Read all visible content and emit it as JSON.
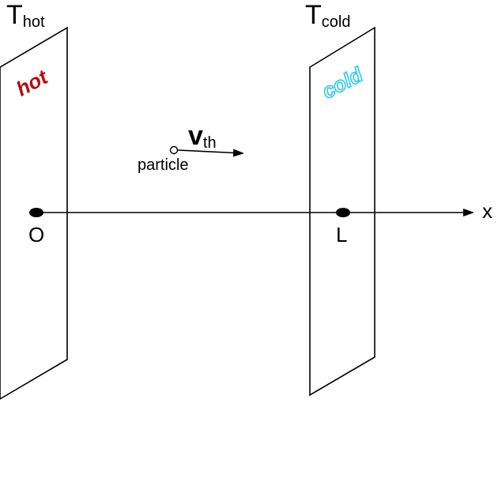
{
  "labels": {
    "t_hot_main": "T",
    "t_hot_sub": "hot",
    "t_cold_main": "T",
    "t_cold_sub": "cold",
    "hot_plate": "hot",
    "cold_plate": "cold",
    "velocity_main": "v",
    "velocity_sub": "th",
    "particle": "particle",
    "origin": "O",
    "length": "L",
    "axis": "x"
  },
  "colors": {
    "hot": "#b01010",
    "cold": "#2ec8f0",
    "stroke": "#000000"
  }
}
